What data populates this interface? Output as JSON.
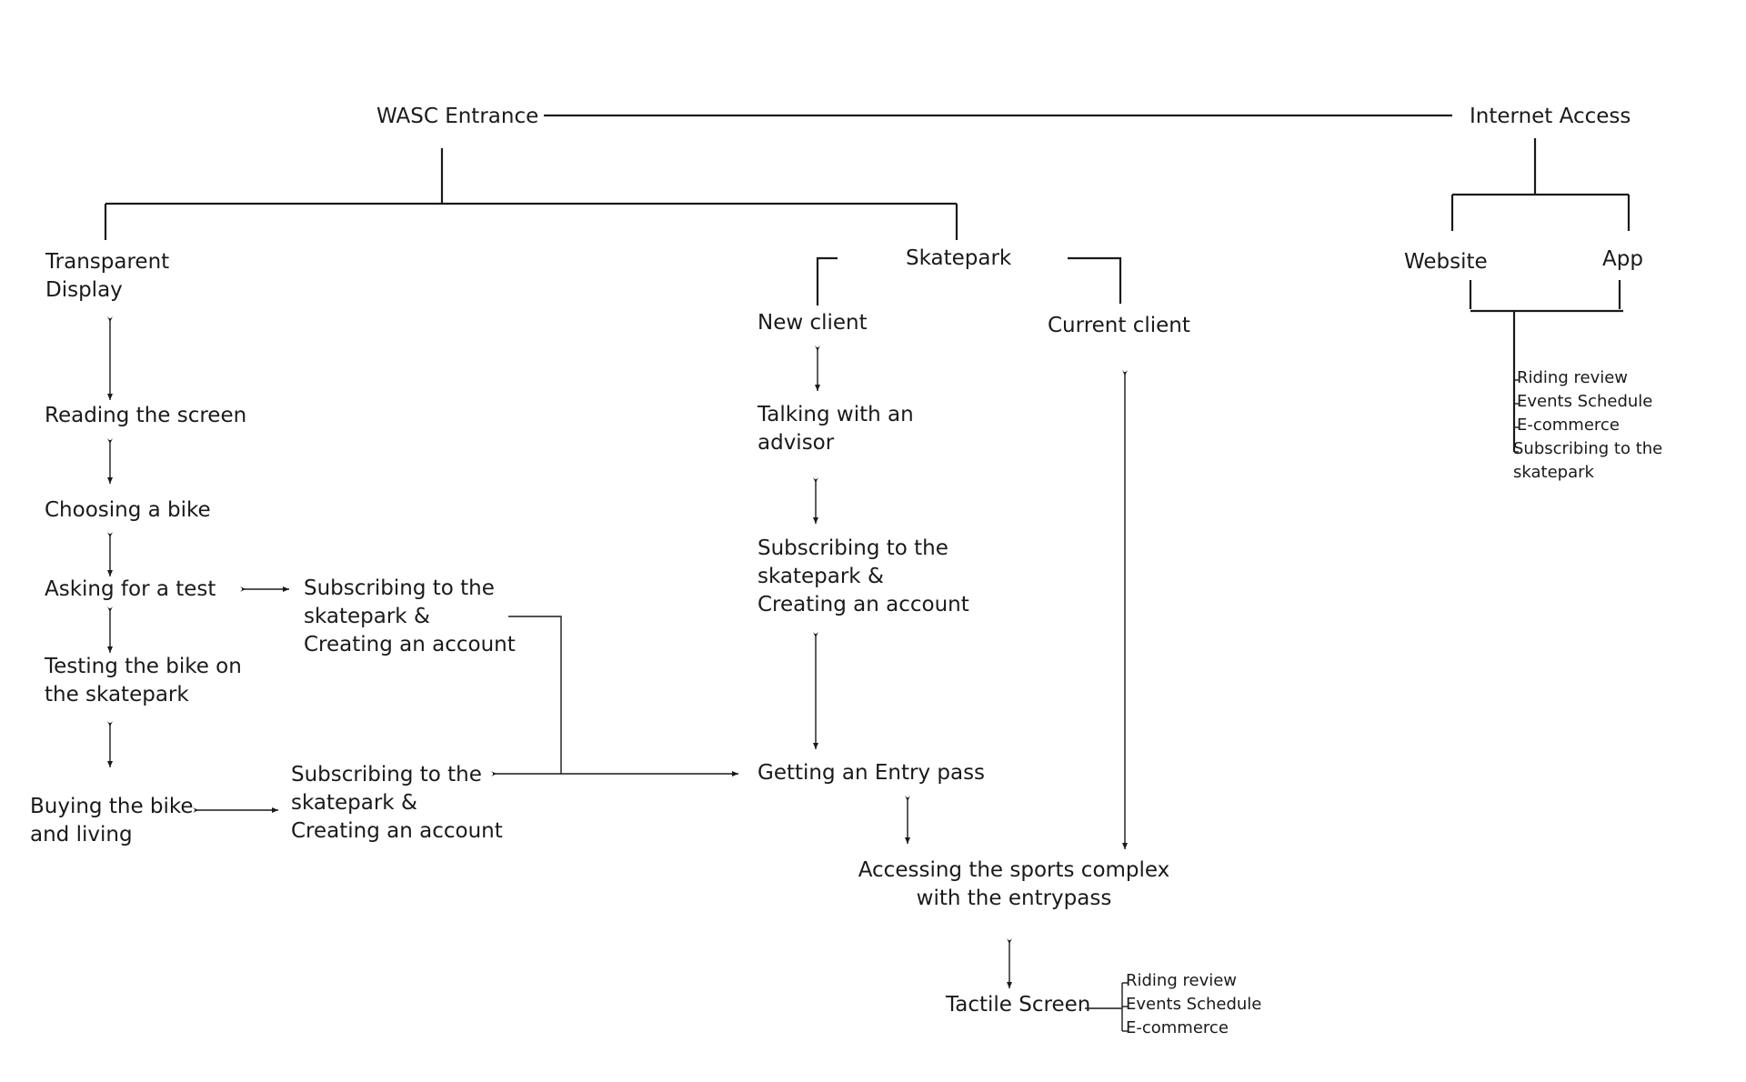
{
  "nodes": {
    "wasc_entrance": "WASC Entrance",
    "internet_access": "Internet Access",
    "transparent_display": "Transparent\nDisplay",
    "skatepark": "Skatepark",
    "website": "Website",
    "app": "App",
    "new_client": "New client",
    "current_client": "Current client",
    "reading_screen": "Reading the screen",
    "choosing_bike": "Choosing a bike",
    "asking_test": "Asking for a test",
    "subscribing_1": "Subscribing to the\nskatepark &\nCreating an account",
    "testing_bike": "Testing the bike on\nthe skatepark",
    "buying_bike": "Buying the bike\nand living",
    "subscribing_2": "Subscribing to the\nskatepark &\nCreating an account",
    "talking_advisor": "Talking with an\nadvisor",
    "subscribing_3": "Subscribing to the\nskatepark &\nCreating an account",
    "entry_pass": "Getting an Entry pass",
    "accessing_complex": "Accessing the sports complex\nwith the entrypass",
    "tactile_screen": "Tactile Screen"
  },
  "internet_features": [
    "Riding review",
    "Events Schedule",
    "E-commerce",
    "Subscribing to the\nskatepark"
  ],
  "tactile_features": [
    "Riding review",
    "Events Schedule",
    "E-commerce"
  ],
  "colors": {
    "line": "#1a1a1a",
    "background": "#ffffff"
  }
}
